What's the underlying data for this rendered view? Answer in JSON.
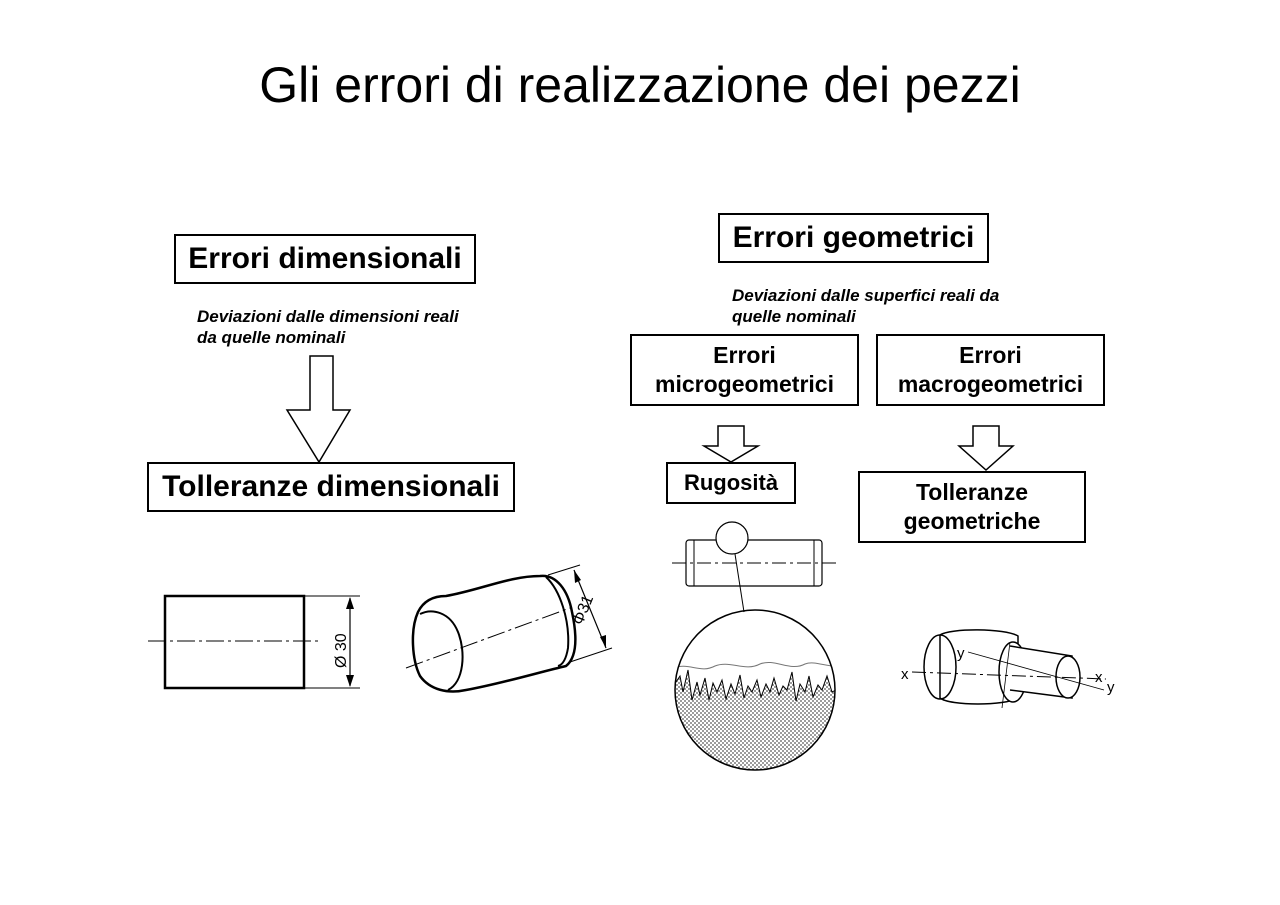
{
  "title": "Gli errori di realizzazione dei pezzi",
  "left": {
    "header": "Errori dimensionali",
    "description_line1": "Deviazioni dalle dimensioni reali",
    "description_line2": "da quelle nominali",
    "result": "Tolleranze dimensionali",
    "drawing_labels": {
      "nominal_diameter": "Ø 30",
      "real_diameter": "Φ31"
    }
  },
  "right": {
    "header": "Errori geometrici",
    "description_line1": "Deviazioni dalle superfici reali da",
    "description_line2": "quelle nominali",
    "micro": {
      "line1": "Errori",
      "line2": "microgeometrici",
      "result": "Rugosità"
    },
    "macro": {
      "line1": "Errori",
      "line2": "macrogeometrici",
      "result_line1": "Tolleranze",
      "result_line2": "geometriche",
      "axis_labels": {
        "x": "x",
        "y": "y"
      }
    }
  }
}
